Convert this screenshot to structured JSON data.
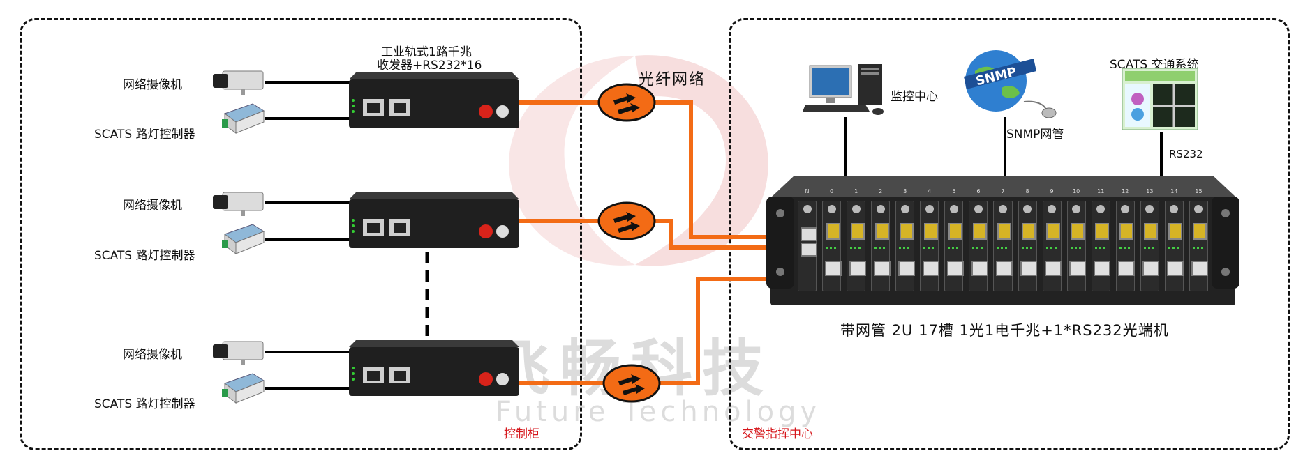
{
  "left_region": {
    "label": "控制柜"
  },
  "right_region": {
    "label": "交警指挥中心"
  },
  "transceiver": {
    "title_line1": "工业轨式1路千兆",
    "title_line2": "收发器+RS232*16"
  },
  "devices": [
    {
      "camera_label": "网络摄像机",
      "controller_label": "SCATS 路灯控制器"
    },
    {
      "camera_label": "网络摄像机",
      "controller_label": "SCATS 路灯控制器"
    },
    {
      "camera_label": "网络摄像机",
      "controller_label": "SCATS 路灯控制器"
    }
  ],
  "network": {
    "label": "光纤网络"
  },
  "monitor": {
    "label": "监控中心"
  },
  "snmp": {
    "label": "SNMP网管",
    "logo_text": "SNMP"
  },
  "scats_system": {
    "label": "SCATS 交通系统",
    "link_label": "RS232"
  },
  "chassis": {
    "caption": "带网管 2U 17槽 1光1电千兆+1*RS232光端机",
    "slot_labels": [
      "N",
      "0",
      "1",
      "2",
      "3",
      "4",
      "5",
      "6",
      "7",
      "8",
      "9",
      "10",
      "11",
      "12",
      "13",
      "14",
      "15"
    ]
  },
  "watermark": {
    "cn": "飞畅科技",
    "en": "Future Technology"
  },
  "colors": {
    "fiber": "#f36b15",
    "region_border": "#111111",
    "region_label": "#d6161b"
  }
}
